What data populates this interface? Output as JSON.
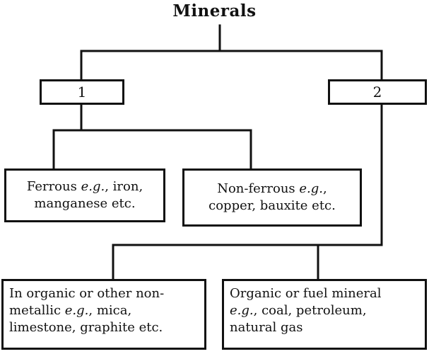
{
  "title": "Minerals",
  "nodes": {
    "branch_1": {
      "label": "1"
    },
    "branch_2": {
      "label": "2"
    },
    "ferrous": {
      "line1_a": "Ferrous ",
      "line1_em": "e.g.",
      "line1_b": ", iron,",
      "line2": "manganese etc."
    },
    "non_ferrous": {
      "line1_a": "Non-ferrous ",
      "line1_em": "e.g.",
      "line1_b": ",",
      "line2": "copper, bauxite etc."
    },
    "inorganic": {
      "line1": "In organic or other non-",
      "line2_a": "metallic ",
      "line2_em": "e.g.",
      "line2_b": ", mica,",
      "line3": "limestone, graphite etc."
    },
    "organic": {
      "line1": "Organic or fuel mineral",
      "line2_em": "e.g.",
      "line2_b": ", coal, petroleum,",
      "line3": "natural gas"
    }
  }
}
